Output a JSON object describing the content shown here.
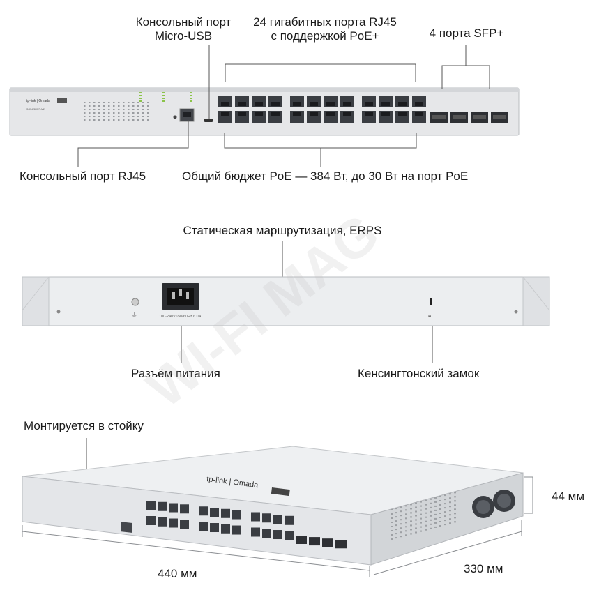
{
  "labels": {
    "console_usb_line1": "Консольный порт",
    "console_usb_line2": "Micro-USB",
    "rj45_ports_line1": "24 гигабитных порта RJ45",
    "rj45_ports_line2": "с поддержкой PoE+",
    "sfp_ports": "4 порта SFP+",
    "console_rj45": "Консольный порт RJ45",
    "poe_budget": "Общий бюджет PoE — 384 Вт, до 30 Вт на порт PoE",
    "static_routing": "Статическая маршрутизация, ERPS",
    "power_connector": "Разъём питания",
    "kensington_lock": "Кенсингтонский замок",
    "rack_mount": "Монтируется в стойку",
    "height": "44 мм",
    "width": "440 мм",
    "depth": "330 мм"
  },
  "device": {
    "brand": "tp-link | Omada",
    "badge": "Pro",
    "model": "SG3428XPP-M2",
    "power_spec": "100-240V~50/60Hz 6.0A"
  },
  "watermark": "WI-FI MAG",
  "colors": {
    "chassis": "#e6e7e9",
    "chassis_edge": "#b9bcc0",
    "port": "#3a3d42",
    "line": "#555555"
  }
}
